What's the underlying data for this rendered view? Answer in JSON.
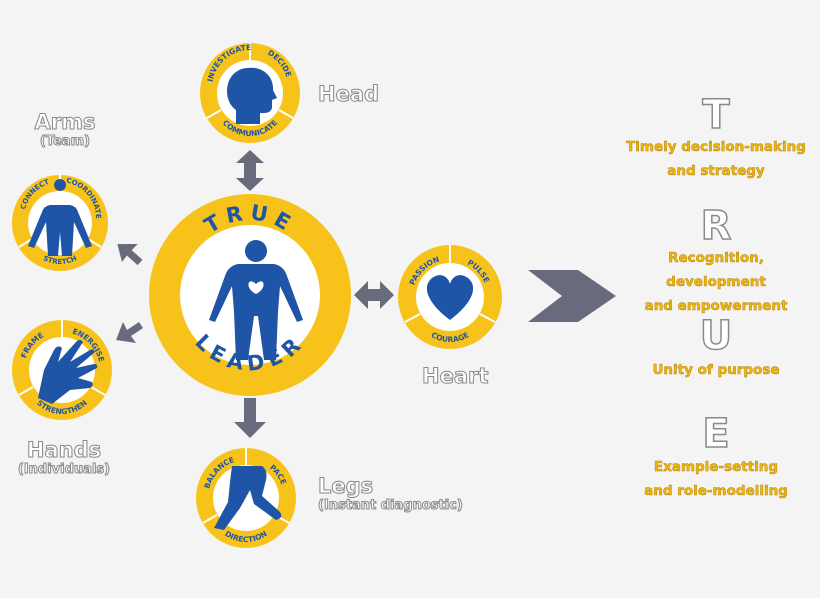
{
  "colors": {
    "yellow": "#f7c31b",
    "blue": "#1e55a6",
    "grey": "#676b7c",
    "white": "#ffffff",
    "gold_text": "#efb60d"
  },
  "center": {
    "word_top": "TRUE",
    "word_bottom": "LEADER",
    "icon": "human-body-heart-icon"
  },
  "nodes": {
    "head": {
      "label": "Head",
      "sub": "",
      "words": [
        "INVESTIGATE",
        "DECIDE",
        "COMMUNICATE"
      ],
      "icon": "head-icon"
    },
    "arms": {
      "label": "Arms",
      "sub": "(Team)",
      "words": [
        "CONNECT",
        "COORDINATE",
        "STRETCH"
      ],
      "icon": "arms-body-icon"
    },
    "hands": {
      "label": "Hands",
      "sub": "(Individuals)",
      "words": [
        "FRAME",
        "ENERGISE",
        "STRENGTHEN"
      ],
      "icon": "hand-icon"
    },
    "legs": {
      "label": "Legs",
      "sub": "(Instant diagnostic)",
      "words": [
        "BALANCE",
        "PACE",
        "DIRECTION"
      ],
      "icon": "legs-icon"
    },
    "heart": {
      "label": "Heart",
      "sub": "",
      "words": [
        "PASSION",
        "PULSE",
        "COURAGE"
      ],
      "icon": "heart-icon"
    }
  },
  "acronym": [
    {
      "letter": "T",
      "line1": "Timely decision-making",
      "line2": "and strategy"
    },
    {
      "letter": "R",
      "line1": "Recognition, development",
      "line2": "and empowerment"
    },
    {
      "letter": "U",
      "line1": "Unity of purpose",
      "line2": ""
    },
    {
      "letter": "E",
      "line1": "Example-setting",
      "line2": "and role-modelling"
    }
  ]
}
